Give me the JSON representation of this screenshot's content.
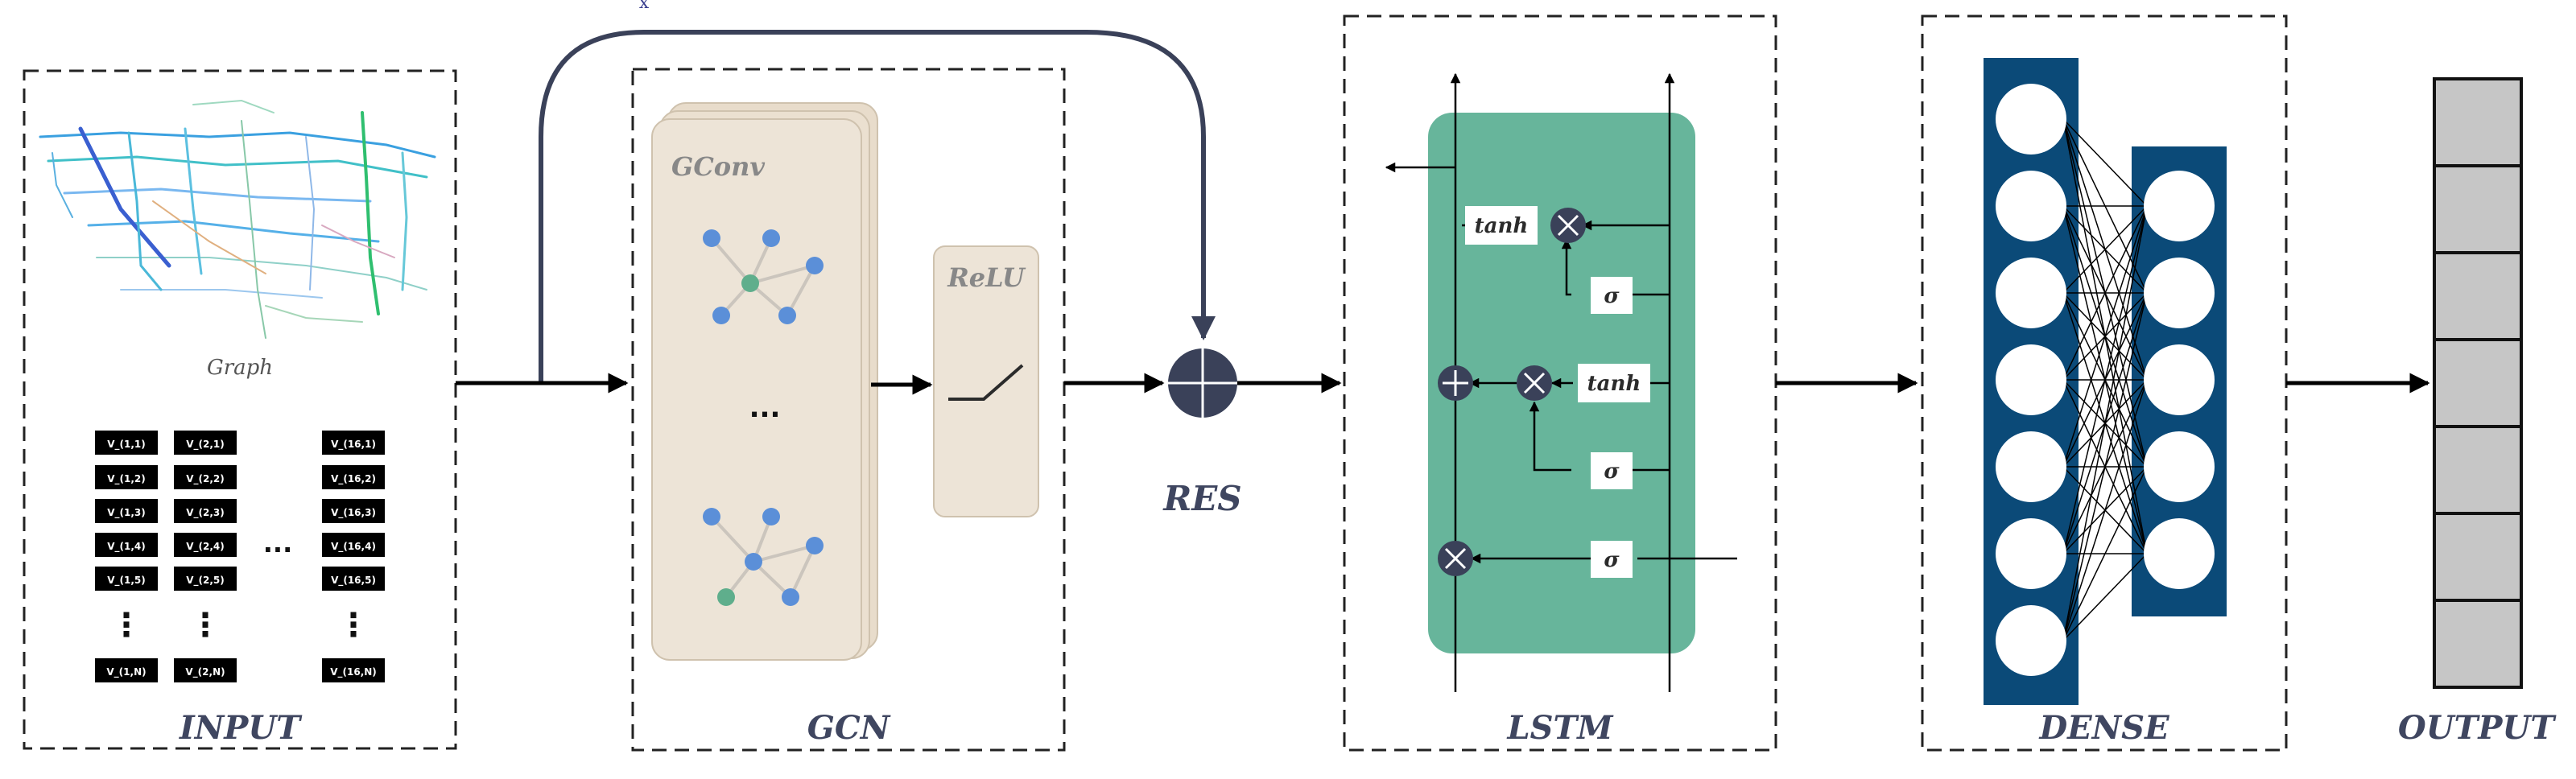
{
  "sections": {
    "input": "INPUT",
    "gcn": "GCN",
    "res": "RES",
    "lstm": "LSTM",
    "dense": "DENSE",
    "output": "OUTPUT"
  },
  "labels": {
    "skip_x": "x",
    "graph": "Graph",
    "gconv": "GConv",
    "relu": "ReLU",
    "gcn_ellipsis": "..."
  },
  "input_matrix": {
    "col1": [
      "V_(1,1)",
      "V_(1,2)",
      "V_(1,3)",
      "V_(1,4)",
      "V_(1,5)",
      "V_(1,N)"
    ],
    "col2": [
      "V_(2,1)",
      "V_(2,2)",
      "V_(2,3)",
      "V_(2,4)",
      "V_(2,5)",
      "V_(2,N)"
    ],
    "col3": [
      "V_(16,1)",
      "V_(16,2)",
      "V_(16,3)",
      "V_(16,4)",
      "V_(16,5)",
      "V_(16,N)"
    ],
    "row_ellipsis": "...",
    "col_ellipsis": "⋮"
  },
  "lstm_gates": {
    "tanh_top": "tanh",
    "sigma_1": "σ",
    "tanh_mid": "tanh",
    "sigma_2": "σ",
    "sigma_3": "σ"
  },
  "dense": {
    "layer1_neurons": 7,
    "layer2_neurons": 5
  },
  "output": {
    "cells": 7
  },
  "colors": {
    "dense_blue": "#0b4a78",
    "lstm_green": "#67b59b",
    "gcn_beige": "#ede4d7",
    "node_blue": "#5b8fd8",
    "node_green": "#5fae8c",
    "op_dark": "#3a4159",
    "title": "#3f4660",
    "output_gray": "#c6c6c6"
  }
}
